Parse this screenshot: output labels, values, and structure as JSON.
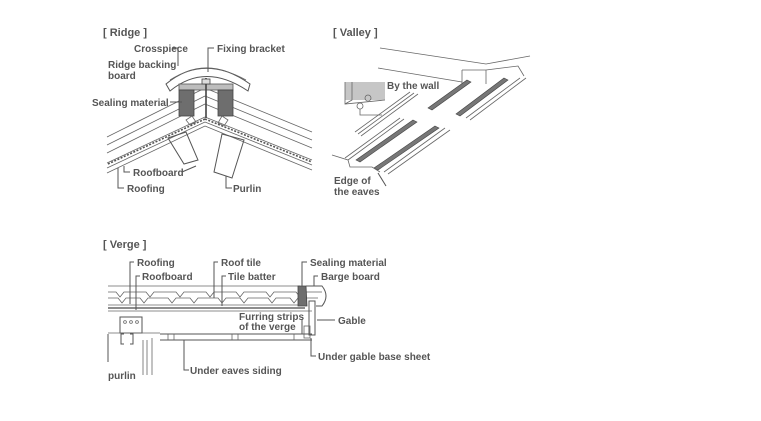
{
  "ridge": {
    "title": "[ Ridge ]",
    "labels": {
      "crosspiece": "Crosspiece",
      "fixing_bracket": "Fixing bracket",
      "ridge_backing_1": "Ridge backing",
      "ridge_backing_2": "board",
      "sealing_material": "Sealing material",
      "roofboard": "Roofboard",
      "roofing": "Roofing",
      "purlin": "Purlin"
    }
  },
  "valley": {
    "title": "[ Valley ]",
    "labels": {
      "by_the_wall": "By the wall",
      "edge_1": "Edge of",
      "edge_2": "the eaves"
    }
  },
  "verge": {
    "title": "[ Verge ]",
    "labels": {
      "roofing": "Roofing",
      "roofboard": "Roofboard",
      "roof_tile": "Roof tile",
      "tile_batter": "Tile batter",
      "sealing_material": "Sealing material",
      "barge_board": "Barge board",
      "gable": "Gable",
      "furring_1": "Furring strips",
      "furring_2": "of the verge",
      "under_gable": "Under gable base sheet",
      "under_eaves": "Under eaves siding",
      "purlin": "purlin"
    }
  }
}
